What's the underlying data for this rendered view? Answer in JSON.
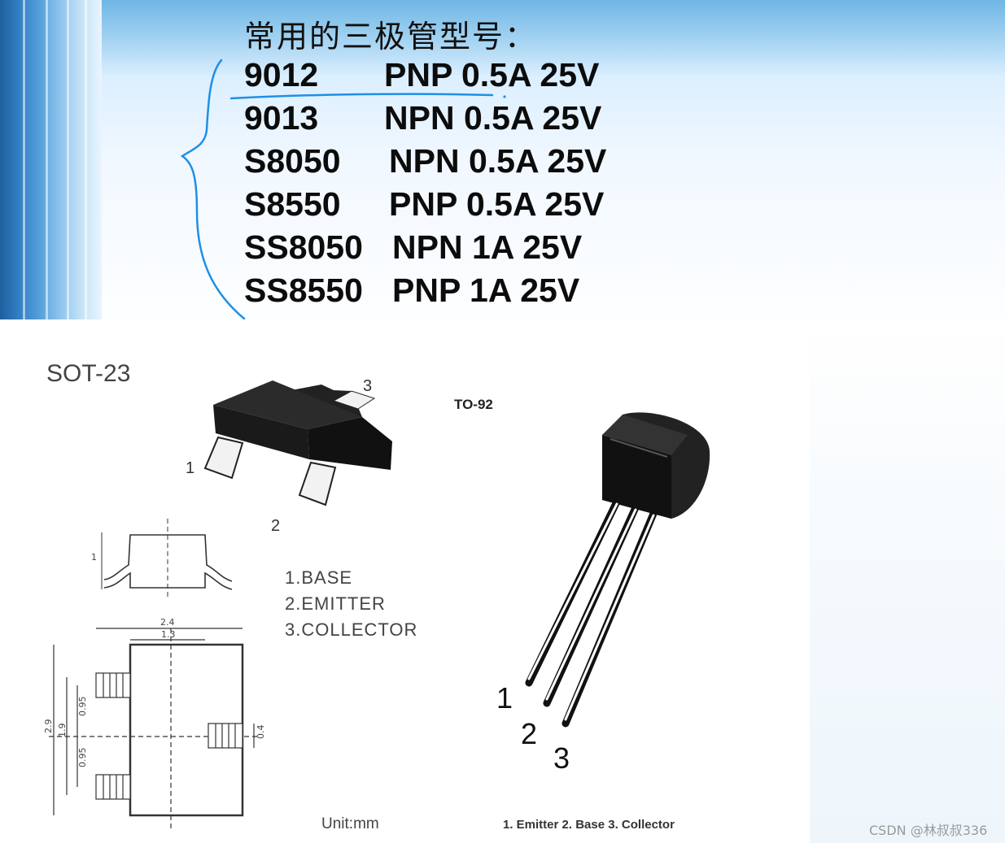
{
  "slide": {
    "title": "常用的三极管型号：",
    "models": [
      {
        "part": "9012",
        "spec": "PNP 0.5A 25V"
      },
      {
        "part": "9013",
        "spec": "NPN 0.5A 25V"
      },
      {
        "part": "S8050",
        "spec": "NPN 0.5A 25V"
      },
      {
        "part": "S8550",
        "spec": "PNP 0.5A 25V"
      },
      {
        "part": "SS8050",
        "spec": "NPN 1A 25V"
      },
      {
        "part": "SS8550",
        "spec": "PNP 1A 25V"
      }
    ]
  },
  "sot23": {
    "title": "SOT-23",
    "pins": [
      "1",
      "2",
      "3"
    ],
    "pin_legend": [
      "1.BASE",
      "2.EMITTER",
      "3.COLLECTOR"
    ],
    "dims": {
      "height": "1",
      "width_outer": "2.4",
      "width_body": "1.3",
      "length": "2.9",
      "pitch": "1.9",
      "half_pitch_top": "0.95",
      "half_pitch_bottom": "0.95",
      "lead": "0.4"
    },
    "unit": "Unit:mm"
  },
  "to92": {
    "title": "TO-92",
    "pins": [
      "1",
      "2",
      "3"
    ],
    "legend": "1. Emitter 2. Base 3. Collector"
  },
  "watermark": "CSDN @林叔叔336",
  "colors": {
    "annotation_ink": "#1e90e6",
    "accent_bar": "#2f7bbf"
  }
}
